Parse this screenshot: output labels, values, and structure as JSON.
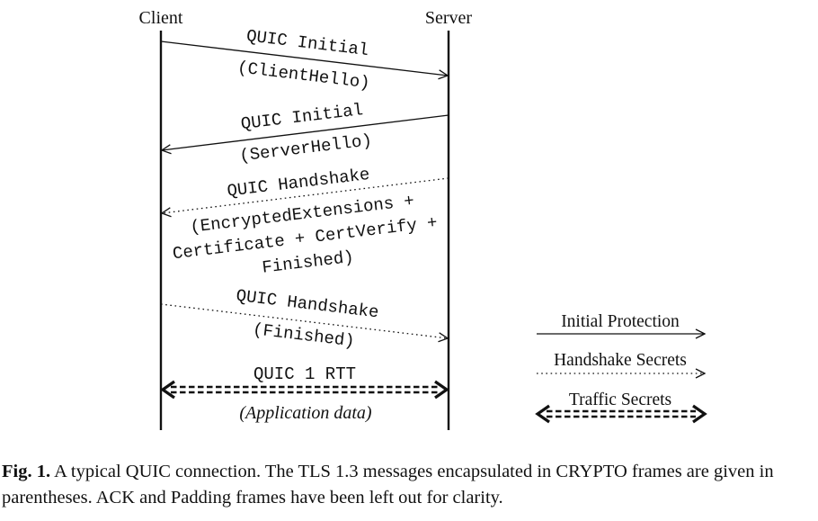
{
  "participants": {
    "client": "Client",
    "server": "Server"
  },
  "messages": [
    {
      "label": "QUIC Initial",
      "payload_lines": [
        "(ClientHello)"
      ],
      "direction": "client-to-server",
      "protection": "initial"
    },
    {
      "label": "QUIC Initial",
      "payload_lines": [
        "(ServerHello)"
      ],
      "direction": "server-to-client",
      "protection": "initial"
    },
    {
      "label": "QUIC Handshake",
      "payload_lines": [
        "(EncryptedExtensions +",
        "Certificate + CertVerify +",
        "Finished)"
      ],
      "direction": "server-to-client",
      "protection": "handshake"
    },
    {
      "label": "QUIC Handshake",
      "payload_lines": [
        "(Finished)"
      ],
      "direction": "client-to-server",
      "protection": "handshake"
    },
    {
      "label": "QUIC 1 RTT",
      "payload_lines": [
        "(Application data)"
      ],
      "direction": "bidirectional",
      "protection": "traffic"
    }
  ],
  "legend": {
    "initial": "Initial Protection",
    "handshake": "Handshake Secrets",
    "traffic": "Traffic Secrets"
  },
  "caption": {
    "label": "Fig. 1.",
    "text": "A typical QUIC connection. The TLS 1.3 messages encapsulated in CRYPTO frames are given in parentheses. ACK and Padding frames have been left out for clarity."
  }
}
